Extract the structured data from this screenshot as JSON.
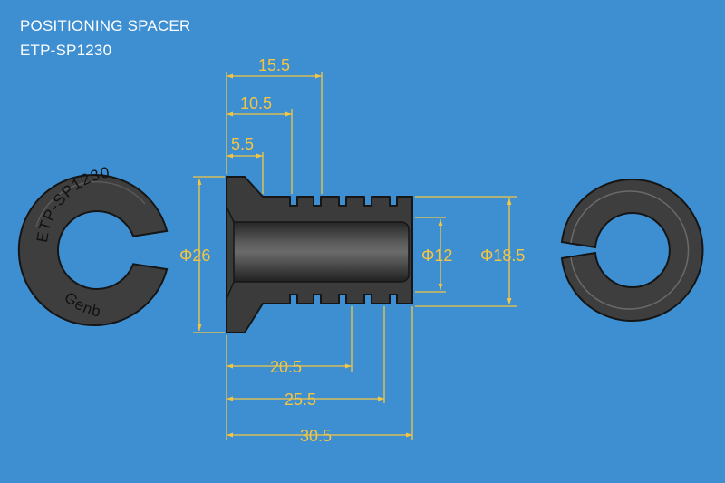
{
  "title": {
    "line1": "POSITIONING SPACER",
    "line2": "ETP-SP1230"
  },
  "ring_left": {
    "engraving_top": "ETP-SP1230",
    "engraving_bottom": "Genb"
  },
  "dimensions": {
    "top": [
      "15.5",
      "10.5",
      "5.5"
    ],
    "bottom": [
      "20.5",
      "25.5",
      "30.5"
    ],
    "flange_diameter": "Φ26",
    "bore_diameter": "Φ12",
    "outer_diameter": "Φ18.5"
  },
  "colors": {
    "background": "#3d8fd1",
    "dimension": "#f4c542",
    "part_dark": "#3b3b3b",
    "part_outline": "#161616",
    "title_text": "#ffffff"
  }
}
